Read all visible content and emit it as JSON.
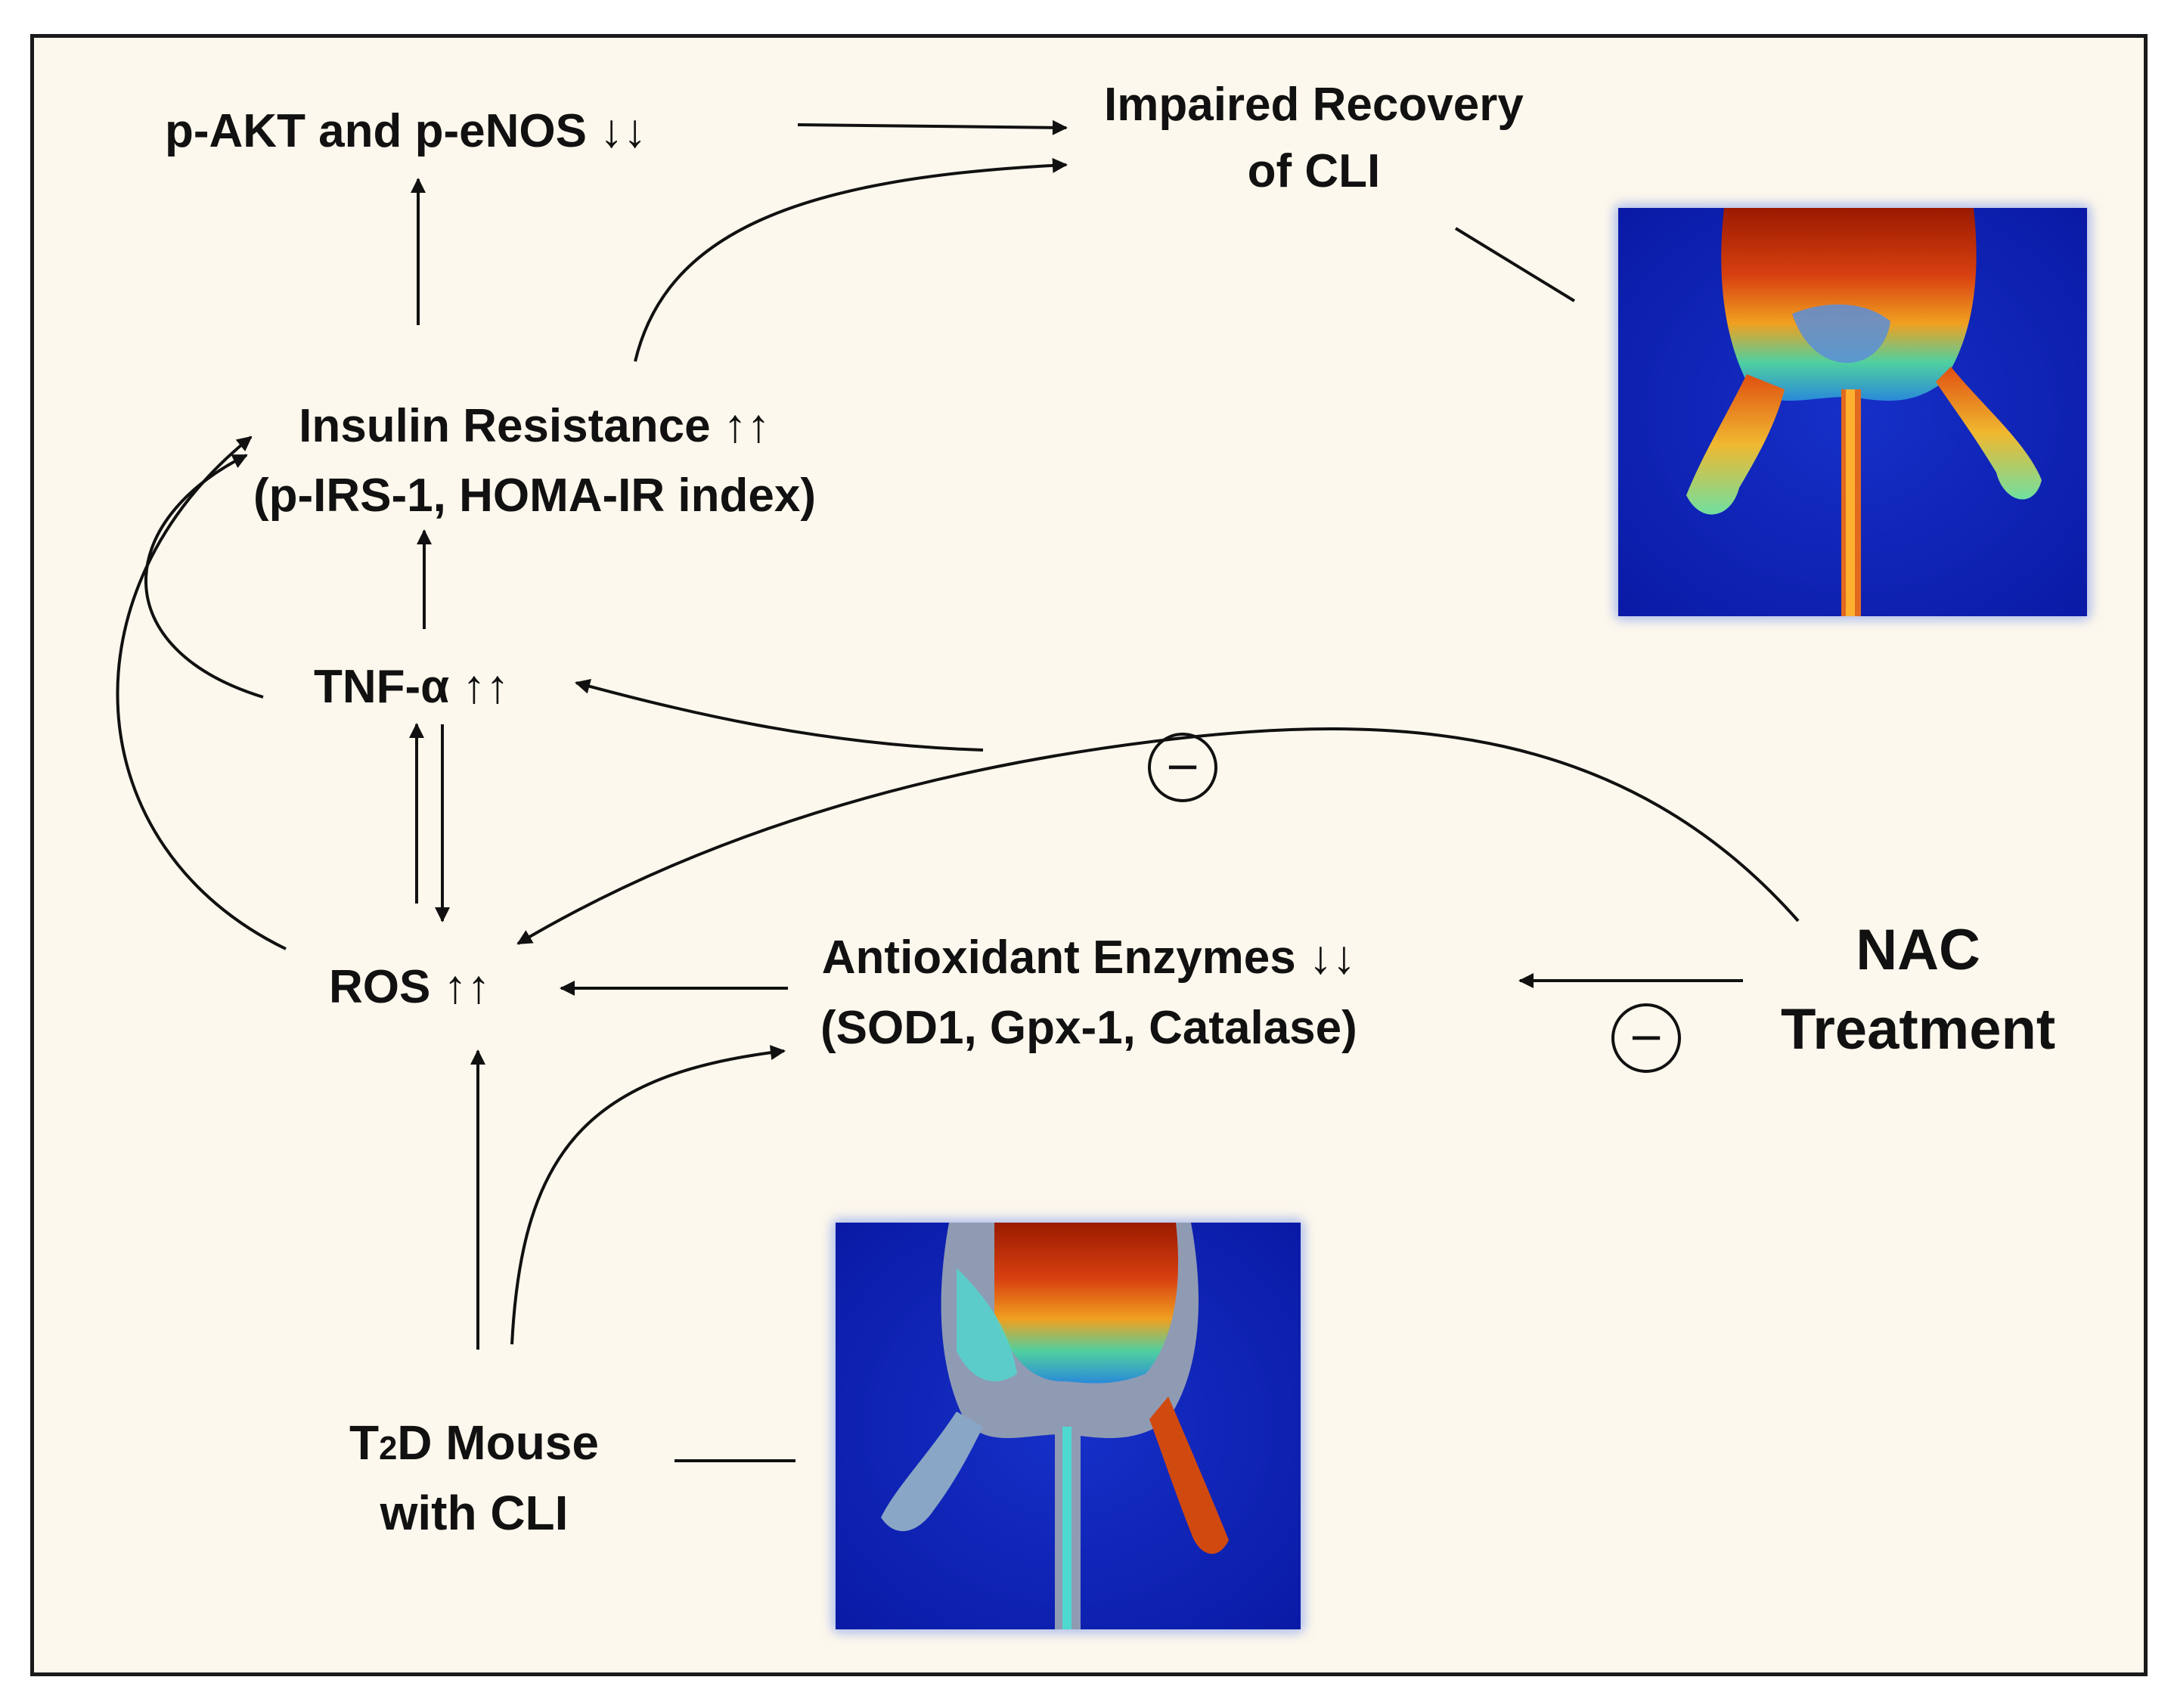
{
  "nodes": {
    "pakt": {
      "line1": "p-AKT and p-eNOS ↓↓"
    },
    "impaired": {
      "line1": "Impaired Recovery",
      "line2": "of CLI"
    },
    "insulin": {
      "line1": "Insulin Resistance ↑↑",
      "line2": "(p-IRS-1, HOMA-IR index)"
    },
    "tnf": {
      "line1": "TNF-α ↑↑"
    },
    "ros": {
      "line1": "ROS ↑↑"
    },
    "antiox": {
      "line1": "Antioxidant Enzymes ↓↓",
      "line2": "(SOD1, Gpx-1, Catalase)"
    },
    "nac": {
      "line1": "NAC",
      "line2": "Treatment"
    },
    "t2d": {
      "prefix": "T",
      "sub": "2",
      "rest": "D Mouse",
      "line2": "with CLI"
    }
  },
  "inhibition_symbol": "−",
  "images": {
    "top": {
      "subject": "laser Doppler perfusion image of mouse hindlimbs",
      "colormap": "jet"
    },
    "bottom": {
      "subject": "laser Doppler perfusion image of mouse hindlimbs",
      "colormap": "jet"
    }
  },
  "colors": {
    "background": "#fdf8ed",
    "border": "#1a1a1a",
    "text": "#111111",
    "arrow": "#111111"
  }
}
